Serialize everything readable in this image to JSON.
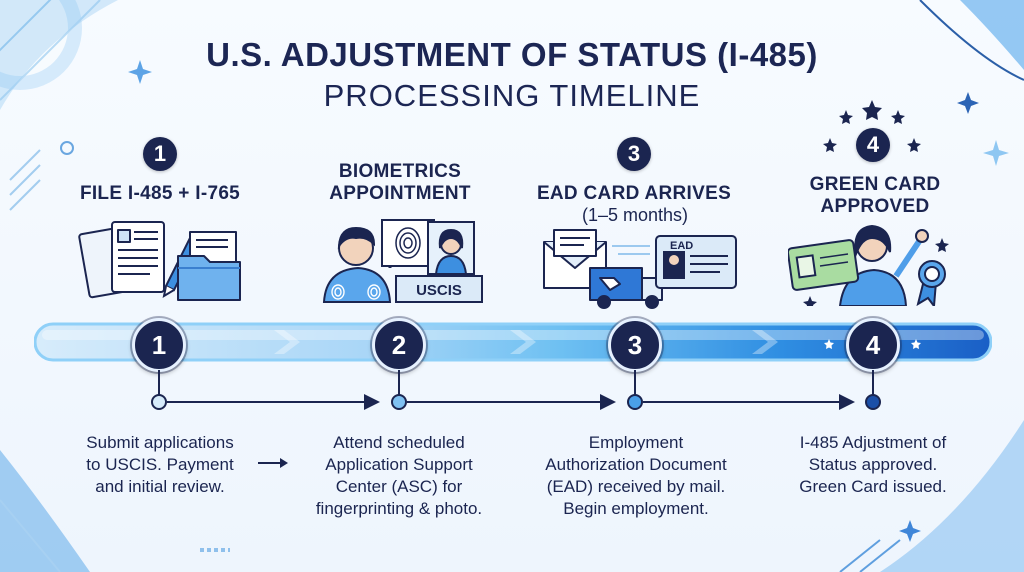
{
  "header": {
    "title_line1": "U.S. ADJUSTMENT OF STATUS (I-485)",
    "title_line2": "PROCESSING TIMELINE"
  },
  "steps": [
    {
      "number": "1",
      "title": "FILE I-485 + I-765",
      "subtitle": "",
      "description": "Submit applications\nto USCIS. Payment\nand initial review."
    },
    {
      "number": "2",
      "title": "BIOMETRICS\nAPPOINTMENT",
      "subtitle": "",
      "illustration_text": "USCIS",
      "description": "Attend scheduled\nApplication Support\nCenter (ASC) for\nfingerprinting & photo."
    },
    {
      "number": "3",
      "title": "EAD CARD ARRIVES",
      "subtitle": "(1–5 months)",
      "illustration_text": "EAD",
      "description": "Employment\nAuthorization Document\n(EAD) received by mail.\nBegin employment."
    },
    {
      "number": "4",
      "title": "GREEN CARD\nAPPROVED",
      "subtitle": "",
      "description": "I-485 Adjustment of\nStatus approved.\nGreen Card issued."
    }
  ],
  "colors": {
    "navy": "#1b2550",
    "bar_light": "#cfe8fb",
    "bar_mid": "#5db4ef",
    "bar_dark": "#1f6fd1",
    "accent": "#3d8fe0"
  },
  "icons": [
    "documents-icon",
    "pen-icon",
    "folder-icon",
    "fingerprint-icon",
    "person-icon",
    "officer-icon",
    "envelope-icon",
    "mail-truck-icon",
    "ead-card-icon",
    "green-card-icon",
    "celebrating-person-icon",
    "award-ribbon-icon",
    "star-icon",
    "arrow-right-icon"
  ]
}
